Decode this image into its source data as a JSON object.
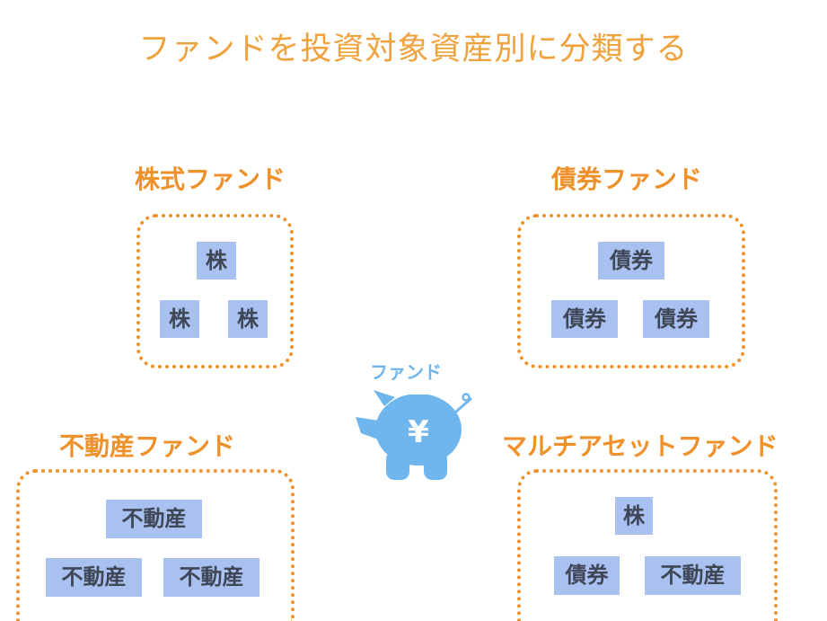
{
  "title": "ファンドを投資対象資産別に分類する",
  "center": {
    "label": "ファンド",
    "currency_symbol": "¥"
  },
  "groups": [
    {
      "label": "株式ファンド",
      "chips": [
        "株",
        "株",
        "株"
      ]
    },
    {
      "label": "債券ファンド",
      "chips": [
        "債券",
        "債券",
        "債券"
      ]
    },
    {
      "label": "不動産ファンド",
      "chips": [
        "不動産",
        "不動産",
        "不動産"
      ]
    },
    {
      "label": "マルチアセットファンド",
      "chips": [
        "株",
        "債券",
        "不動産"
      ]
    }
  ],
  "colors": {
    "title": "#f0a23c",
    "group_label": "#ef912b",
    "box_border": "#ef912b",
    "chip_fill": "#a9c1f1",
    "chip_text": "#3f4656",
    "pig": "#6fb6ee"
  }
}
